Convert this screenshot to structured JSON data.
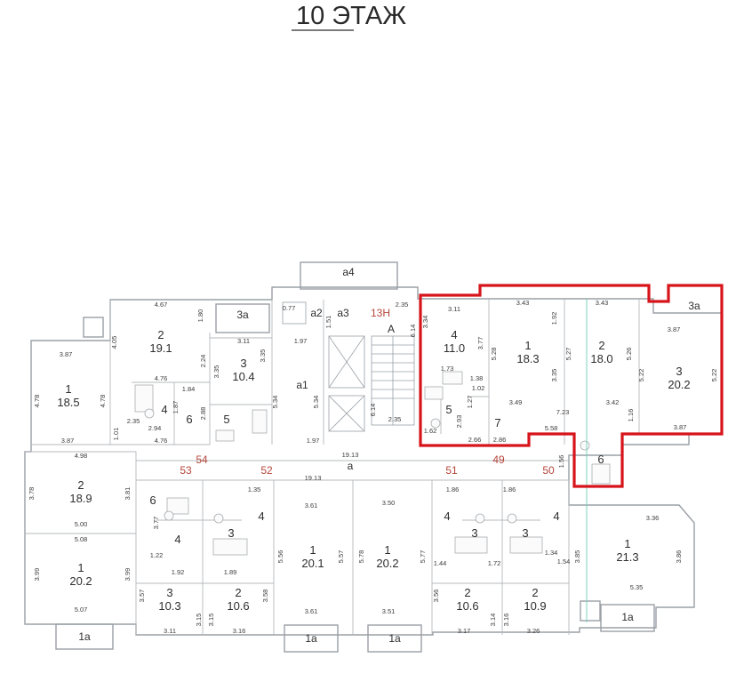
{
  "title": "10 ЭТАЖ",
  "highlight_color": "#d7141b",
  "apartment_numbers": [
    "13Н",
    "54",
    "53",
    "52",
    "51",
    "49",
    "50"
  ],
  "space_labels": [
    "а4",
    "а2",
    "а3",
    "а1",
    "А",
    "а",
    "3а",
    "3а",
    "1а",
    "1а",
    "1а",
    "1а"
  ],
  "rooms": [
    {
      "n": "2",
      "a": "19.1"
    },
    {
      "n": "3",
      "a": "10.4"
    },
    {
      "n": "1",
      "a": "18.5"
    },
    {
      "n": "4",
      "a": ""
    },
    {
      "n": "6",
      "a": ""
    },
    {
      "n": "5",
      "a": ""
    },
    {
      "n": "4",
      "a": "11.0"
    },
    {
      "n": "1",
      "a": "18.3"
    },
    {
      "n": "2",
      "a": "18.0"
    },
    {
      "n": "3",
      "a": "20.2"
    },
    {
      "n": "5",
      "a": ""
    },
    {
      "n": "7",
      "a": ""
    },
    {
      "n": "6",
      "a": ""
    },
    {
      "n": "2",
      "a": "18.9"
    },
    {
      "n": "6",
      "a": ""
    },
    {
      "n": "1",
      "a": "20.2"
    },
    {
      "n": "4",
      "a": ""
    },
    {
      "n": "3",
      "a": ""
    },
    {
      "n": "4",
      "a": ""
    },
    {
      "n": "3",
      "a": "10.3"
    },
    {
      "n": "2",
      "a": "10.6"
    },
    {
      "n": "1",
      "a": "20.1"
    },
    {
      "n": "1",
      "a": "20.2"
    },
    {
      "n": "4",
      "a": ""
    },
    {
      "n": "3",
      "a": ""
    },
    {
      "n": "3",
      "a": ""
    },
    {
      "n": "4",
      "a": ""
    },
    {
      "n": "2",
      "a": "10.6"
    },
    {
      "n": "2",
      "a": "10.9"
    },
    {
      "n": "1",
      "a": "21.3"
    }
  ],
  "dimensions": [
    "4.67",
    "1.80",
    "4.05",
    "2.24",
    "4.76",
    "3.87",
    "4.78",
    "4.78",
    "3.87",
    "3.11",
    "3.35",
    "3.35",
    "1.84",
    "1.87",
    "2.88",
    "2.35",
    "2.94",
    "1.01",
    "4.76",
    "1.97",
    "5.34",
    "5.34",
    "1.97",
    "2.35",
    "6.14",
    "6.14",
    "2.35",
    "3.34",
    "3.11",
    "3.77",
    "5.28",
    "3.43",
    "1.92",
    "3.43",
    "5.27",
    "5.26",
    "3.87",
    "5.22",
    "5.22",
    "3.35",
    "3.49",
    "3.42",
    "7.23",
    "1.73",
    "1.38",
    "1.02",
    "1.27",
    "2.93",
    "2.86",
    "5.58",
    "3.87",
    "1.16",
    "1.56",
    "4.98",
    "3.78",
    "3.81",
    "5.00",
    "5.08",
    "3.99",
    "3.99",
    "5.07",
    "19.13",
    "19.13",
    "3.61",
    "3.50",
    "5.56",
    "5.57",
    "5.78",
    "5.77",
    "3.77",
    "1.22",
    "1.92",
    "1.89",
    "3.57",
    "3.15",
    "3.58",
    "3.11",
    "3.15",
    "3.16",
    "3.61",
    "3.51",
    "3.56",
    "3.14",
    "3.16",
    "3.17",
    "3.26",
    "3.85",
    "3.36",
    "3.86",
    "5.35",
    "1.86",
    "1.86",
    "1.34",
    "1.44",
    "1.72",
    "1.54",
    "0.77",
    "1.35",
    "1.51",
    "1.62",
    "2.66"
  ]
}
